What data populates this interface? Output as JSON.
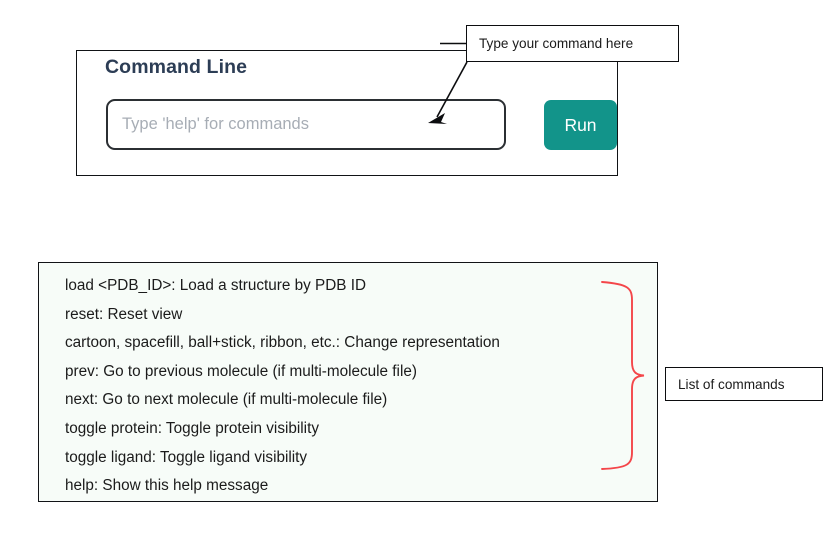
{
  "panel": {
    "title": "Command Line",
    "input": {
      "value": "",
      "placeholder": "Type 'help' for commands"
    },
    "run_label": "Run"
  },
  "help_box": {
    "commands": [
      "load <PDB_ID>: Load a structure by PDB ID",
      "reset: Reset view",
      "cartoon, spacefill, ball+stick, ribbon, etc.: Change representation",
      "prev: Go to previous molecule (if multi-molecule file)",
      "next: Go to next molecule (if multi-molecule file)",
      "toggle protein: Toggle protein visibility",
      "toggle ligand: Toggle ligand visibility",
      "help: Show this help message"
    ]
  },
  "annotations": {
    "input_callout": "Type your command here",
    "list_callout": "List of commands"
  },
  "colors": {
    "run_button": "#12948a",
    "title_text": "#2c3d55",
    "brace_red": "#f4464a",
    "help_box_background": "#f7fcf8",
    "placeholder_text": "#a7adb5"
  }
}
